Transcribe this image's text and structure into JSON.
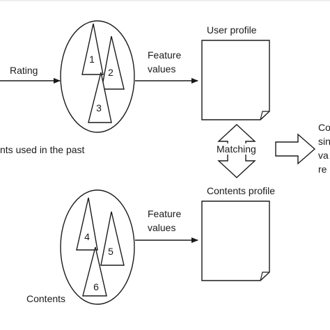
{
  "labels": {
    "rating": "Rating",
    "feature_values_top_1": "Feature",
    "feature_values_top_2": "values",
    "user_profile": "User profile",
    "contents_used": "nts used in the past",
    "matching": "Matching",
    "contents_profile": "Contents profile",
    "feature_values_bottom_1": "Feature",
    "feature_values_bottom_2": "values",
    "contents": "Contents",
    "right_line_1": "Co",
    "right_line_2": "sin",
    "right_line_3": "va",
    "right_line_4": "re"
  },
  "triangles_top": [
    "1",
    "2",
    "3"
  ],
  "triangles_bottom": [
    "4",
    "5",
    "6"
  ]
}
